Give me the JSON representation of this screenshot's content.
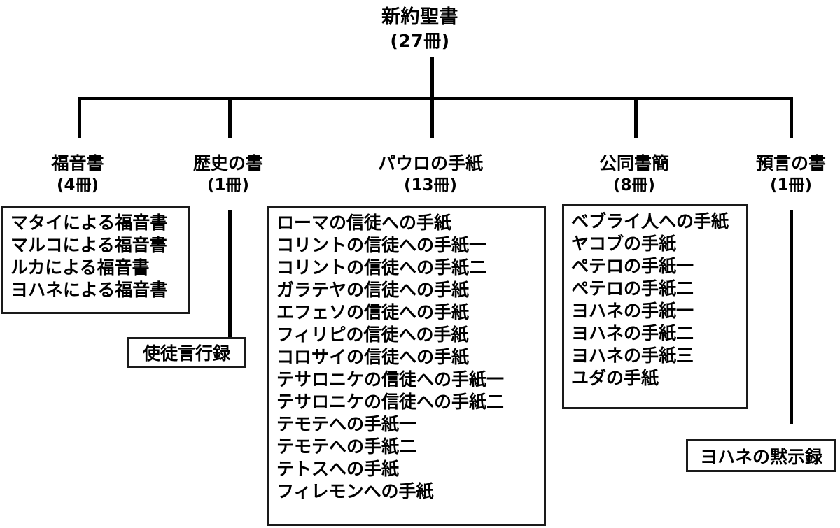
{
  "diagram": {
    "title": "新約聖書",
    "title_count": "(27冊)",
    "categories": [
      {
        "id": "gospels",
        "label": "福音書",
        "count": "(4冊)",
        "books": [
          "マタイによる福音書",
          "マルコによる福音書",
          "ルカによる福音書",
          "ヨハネによる福音書"
        ]
      },
      {
        "id": "history",
        "label": "歴史の書",
        "count": "(1冊)",
        "books": [
          "使徒言行録"
        ]
      },
      {
        "id": "pauline",
        "label": "パウロの手紙",
        "count": "(13冊)",
        "books": [
          "ローマの信徒への手紙",
          "コリントの信徒への手紙一",
          "コリントの信徒への手紙二",
          "ガラテヤの信徒への手紙",
          "エフェソの信徒への手紙",
          "フィリピの信徒への手紙",
          "コロサイの信徒への手紙",
          "テサロニケの信徒への手紙一",
          "テサロニケの信徒への手紙二",
          "テモテへの手紙一",
          "テモテへの手紙二",
          "テトスへの手紙",
          "フィレモンへの手紙"
        ]
      },
      {
        "id": "catholic",
        "label": "公同書簡",
        "count": "(8冊)",
        "books": [
          "ベブライ人への手紙",
          "ヤコブの手紙",
          "ペテロの手紙一",
          "ペテロの手紙二",
          "ヨハネの手紙一",
          "ヨハネの手紙二",
          "ヨハネの手紙三",
          "ユダの手紙"
        ]
      },
      {
        "id": "prophecy",
        "label": "預言の書",
        "count": "(1冊)",
        "books": [
          "ヨハネの黙示録"
        ]
      }
    ],
    "colors": {
      "line": "#000000",
      "box_border": "#1a1a1a",
      "text": "#000000",
      "background": "#ffffff"
    }
  }
}
